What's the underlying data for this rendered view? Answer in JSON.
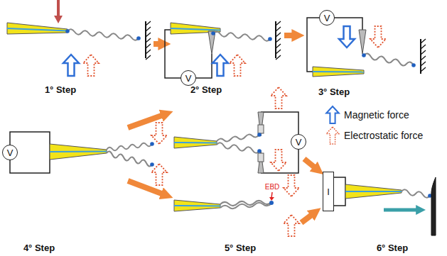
{
  "diagram": {
    "nodes": [
      {
        "text": [
          "V"
        ]
      },
      {
        "text": [
          "V"
        ]
      },
      {
        "text": [
          "V"
        ]
      },
      {
        "text": [
          "V"
        ]
      },
      {
        "text": [
          "I"
        ]
      }
    ],
    "labels": [
      "1° Step",
      "2° Step",
      "3° Step",
      "4° Step",
      "5° Step",
      "6° Step",
      "EBD"
    ],
    "legend": [
      {
        "text": "Magnetic force"
      },
      {
        "text": "Electrostatic force"
      }
    ]
  }
}
